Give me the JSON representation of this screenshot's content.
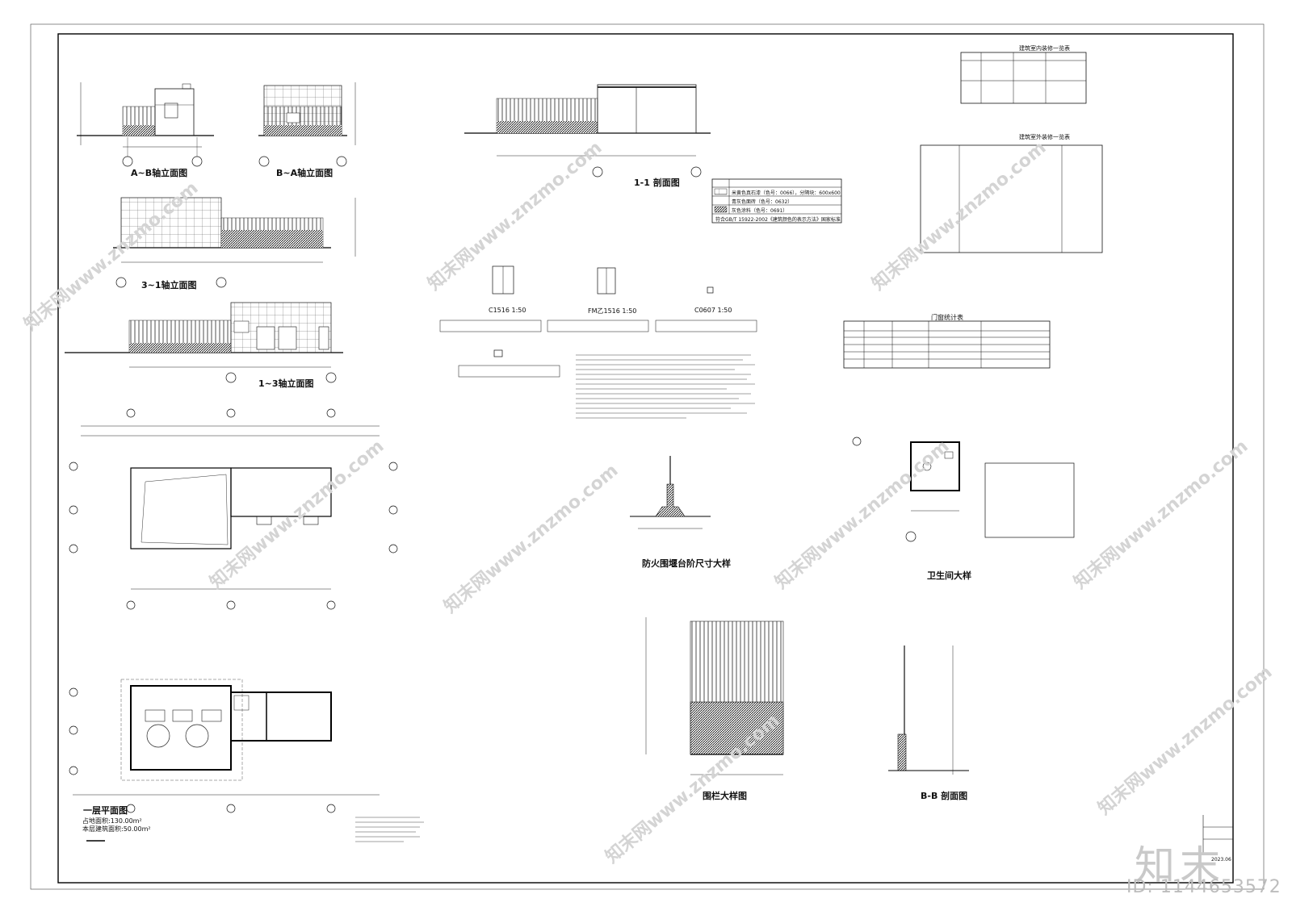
{
  "labels": {
    "elev_a_b": "A~B轴立面图",
    "elev_b_a": "B~A轴立面图",
    "elev_3_1": "3~1轴立面图",
    "elev_1_3": "1~3轴立面图",
    "section_1_1": "1-1 剖面图",
    "floor_plan": "一层平面图",
    "fire_step": "防火围堰台阶尺寸大样",
    "toilet": "卫生间大样",
    "railing": "围栏大样图",
    "section_b": "B-B 剖面图",
    "door_c1516": "C1516 1:50",
    "door_fm": "FM乙1516 1:50",
    "door_c0607": "C0607 1:50",
    "door_table_title": "门窗统计表",
    "interior_title": "建筑室内装修一览表",
    "exterior_title": "建筑室外装修一览表",
    "color_legend_1": "米黄色真石漆（色号：0066），分隔块：600x600",
    "color_legend_2": "青灰色面砖（色号：0632）",
    "color_legend_3": "灰色涂料（色号：0691）",
    "color_legend_4": "符合GB/T 15922-2002《建筑颜色的表示方法》国家标准",
    "area_1": "占地面积:130.00m²",
    "area_2": "本层建筑面积:50.00m²",
    "date": "2023.06"
  },
  "watermark": {
    "text": "知末网www.znzmo.com",
    "brand": "知末",
    "id": "ID: 1144653572"
  },
  "colors": {
    "line": "#111111",
    "watermark": "#d0d0d0",
    "hatch": "#333333"
  }
}
